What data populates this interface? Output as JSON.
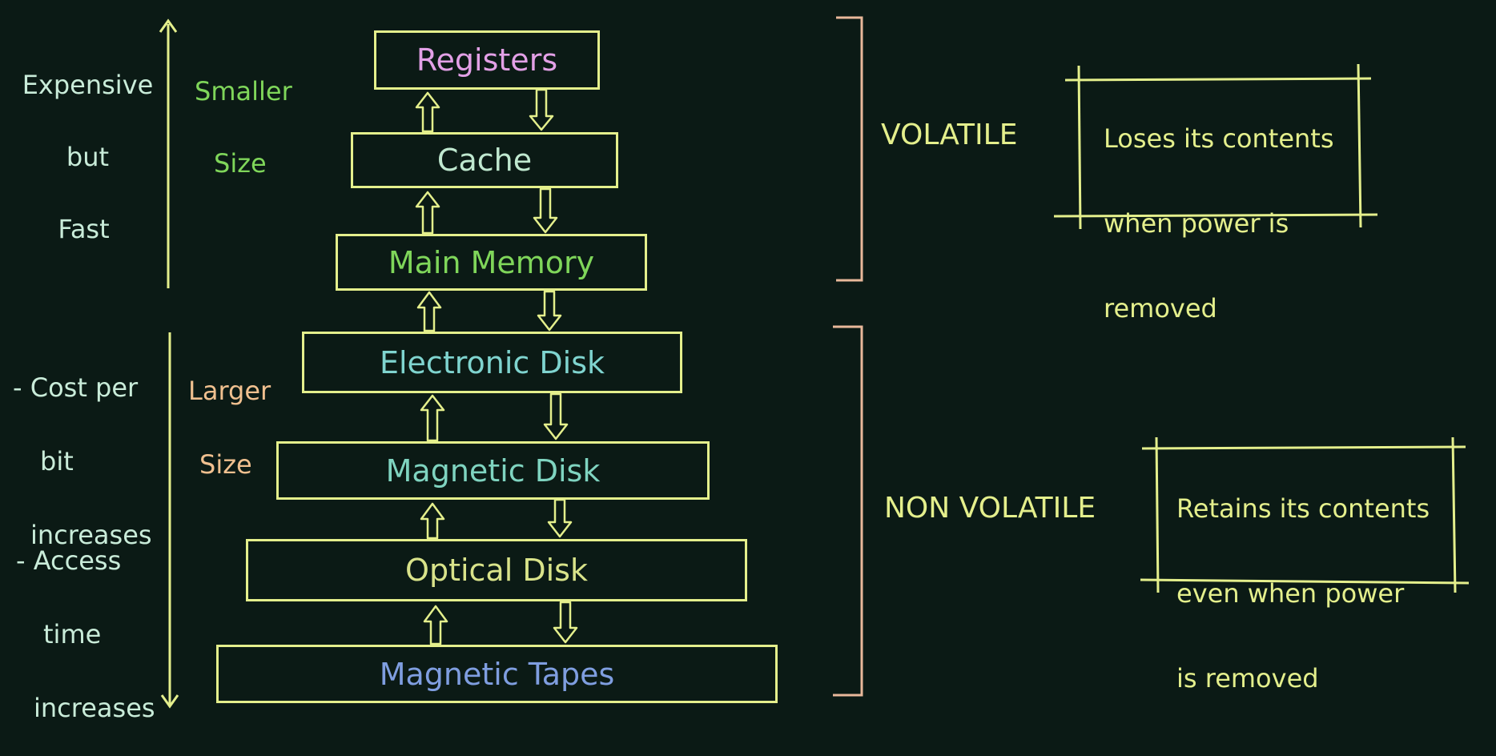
{
  "left_top": {
    "line1": "Expensive",
    "line2": "but",
    "line3": "Fast"
  },
  "size_top": {
    "line1": "Smaller",
    "line2": "Size"
  },
  "left_bottom": {
    "cost_line1": "- Cost per",
    "cost_line2": "bit",
    "cost_line3": "increases",
    "access_line1": "- Access",
    "access_line2": "time",
    "access_line3": "increases"
  },
  "size_bottom": {
    "line1": "Larger",
    "line2": "Size"
  },
  "levels": [
    {
      "label": "Registers",
      "color": "#e2a0e6"
    },
    {
      "label": "Cache",
      "color": "#bfe8cf"
    },
    {
      "label": "Main Memory",
      "color": "#7fd65a"
    },
    {
      "label": "Electronic Disk",
      "color": "#7fd4cf"
    },
    {
      "label": "Magnetic Disk",
      "color": "#7fd4c0"
    },
    {
      "label": "Optical Disk",
      "color": "#d9e38a"
    },
    {
      "label": "Magnetic Tapes",
      "color": "#7f9ee0"
    }
  ],
  "volatile": {
    "label": "VOLATILE",
    "note_line1": "Loses its contents",
    "note_line2": "when power is",
    "note_line3": "removed"
  },
  "non_volatile": {
    "label": "NON VOLATILE",
    "note_line1": "Retains its contents",
    "note_line2": "even when power",
    "note_line3": "is removed"
  },
  "colors": {
    "background": "#0b1a15",
    "box_border": "#e4ef8c",
    "arrow": "#e4ef8c",
    "bracket": "#e8b89a",
    "left_text": "#c9ecd9",
    "smaller_size": "#7fd65a",
    "larger_size": "#f0c08f"
  }
}
